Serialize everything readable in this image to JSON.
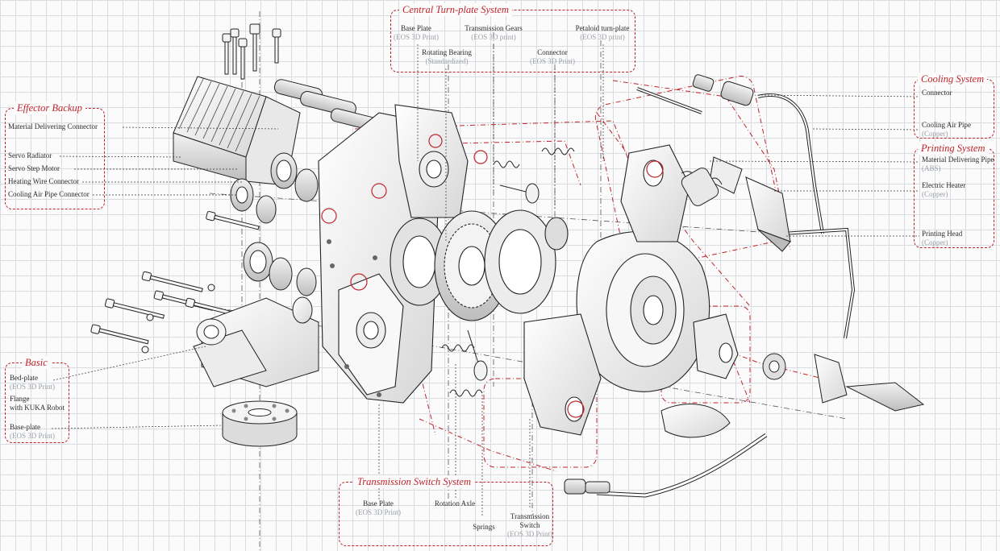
{
  "groups": {
    "central": {
      "title": "Central Turn-plate System",
      "base_plate": {
        "name": "Base Plate",
        "material": "(EOS 3D Print)"
      },
      "transmission_gears": {
        "name": "Transmission Gears",
        "material": "(EOS 3D print)"
      },
      "petaloid": {
        "name": "Petaloid turn-plate",
        "material": "(EOS 3D print)"
      },
      "rotating_bearing": {
        "name": "Rotating Bearing",
        "material": "(Standardized)"
      },
      "connector": {
        "name": "Connector",
        "material": "(EOS 3D Print)"
      }
    },
    "effector": {
      "title": "Effector Backup",
      "items": [
        "Material Delivering Connector",
        "Servo Radiator",
        "Servo Step Motor",
        "Heating Wire Connector",
        "Cooling Air Pipe Connector"
      ]
    },
    "basic": {
      "title": "Basic",
      "bed_plate": {
        "name": "Bed-plate",
        "material": "(EOS 3D Print)"
      },
      "flange": {
        "line1": "Flange",
        "line2": "with KUKA Robot"
      },
      "base_plate": {
        "name": "Base-plate",
        "material": "(EOS 3D Print)"
      }
    },
    "cooling": {
      "title": "Cooling System",
      "connector": {
        "name": "Connector"
      },
      "cooling_air_pipe": {
        "name": "Cooling Air Pipe",
        "material": "(Copper)"
      }
    },
    "printing": {
      "title": "Printing System",
      "material_pipe": {
        "name": "Material Delivering Pipe",
        "material": "(ABS)"
      },
      "electric_heater": {
        "name": "Electric Heater",
        "material": "(Copper)"
      },
      "printing_head": {
        "name": "Printing Head",
        "material": "(Copper)"
      }
    },
    "transmission": {
      "title": "Transmission Switch System",
      "base_plate": {
        "name": "Base Plate",
        "material": "(EOS 3D Print)"
      },
      "rotation_axle": {
        "name": "Rotation Axle"
      },
      "springs": {
        "name": "Springs"
      },
      "switch": {
        "line1": "Transmission",
        "line2": "Switch",
        "material": "(EOS 3D Print)"
      }
    }
  },
  "colors": {
    "accent": "#c0242b",
    "line": "#333333",
    "grid": "#d9dde3",
    "sublabel": "#9aa0a6"
  }
}
